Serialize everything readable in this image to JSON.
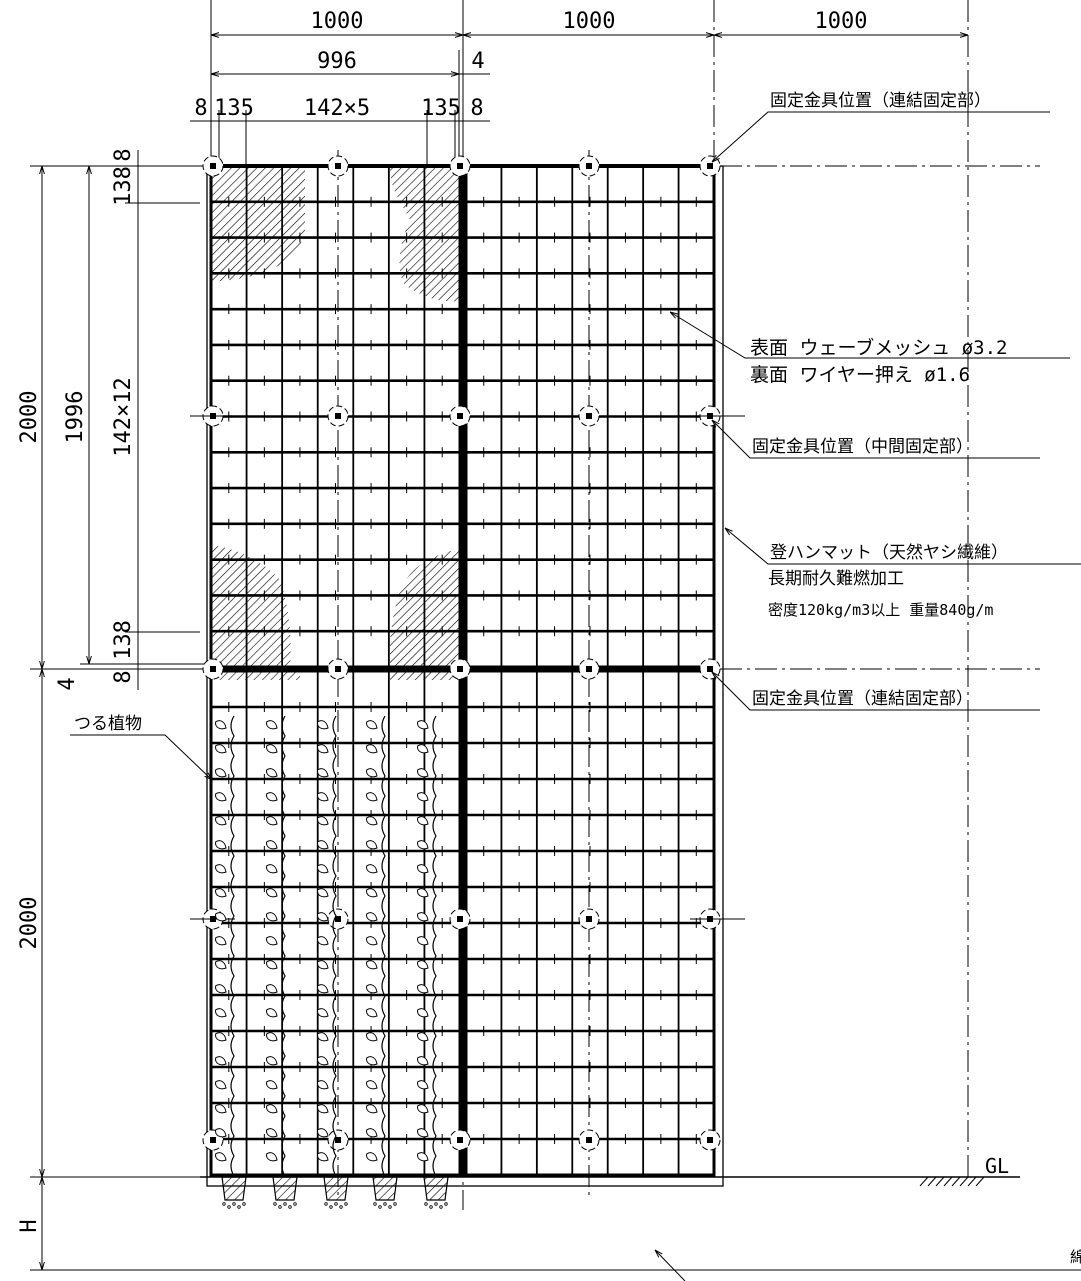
{
  "dimensions": {
    "top_panel_widths": [
      "1000",
      "1000",
      "1000"
    ],
    "mesh_width": "996",
    "gap": "4",
    "edge_a": "8",
    "edge_b": "135",
    "grid_pitch_h": "142×5",
    "edge_c": "135",
    "edge_d": "8",
    "left_panel_height_1": "2000",
    "left_panel_height_2": "2000",
    "mesh_height": "1996",
    "vertical_gap": "4",
    "top_edge_8": "8",
    "top_edge_138": "138",
    "grid_pitch_v": "142×12",
    "bottom_edge_138": "138",
    "bottom_edge_8": "8",
    "embed_depth": "H"
  },
  "labels": {
    "fixing_top": "固定金具位置（連結固定部）",
    "surface_line1": "表面 ウェーブメッシュ ø3.2",
    "surface_line2": "裏面 ワイヤー押え ø1.6",
    "fixing_middle": "固定金具位置（中間固定部）",
    "mat_line1": "登ハンマット（天然ヤシ繊維）",
    "mat_line2": "長期耐久難燃加工",
    "mat_line3": "密度120kg/m3以上 重量840g/m",
    "fixing_bottom": "固定金具位置（連結固定部）",
    "vine": "つる植物",
    "ground": "GL",
    "corner_mark": "綿"
  }
}
